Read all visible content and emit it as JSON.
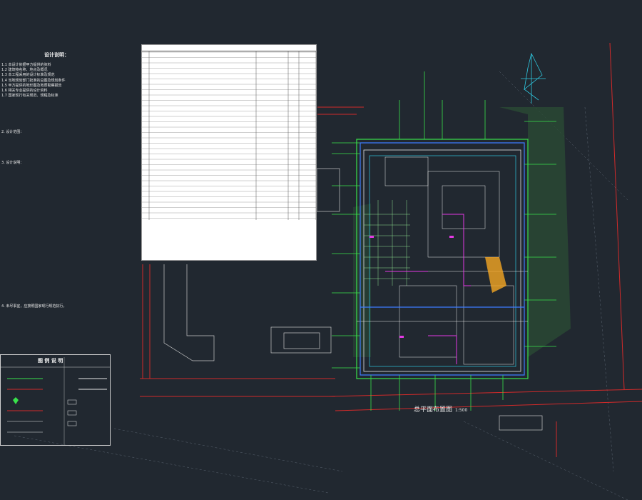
{
  "notes": {
    "title": "设计说明：",
    "lines": [
      "1.1 本设计依据甲方提供的资料",
      "1.2 建筑物名称、地点及概况",
      "1.3 本工程采用的设计标准及规范",
      "1.4 当地规划部门批准的总图及规划条件",
      "1.5 甲方提供的地形图及地质勘察报告",
      "1.6 相关专业提供的设计资料",
      "1.7 国家现行有关规范、规程及标准",
      "",
      "",
      "",
      "",
      "",
      "",
      "2. 设计范围：",
      "",
      "",
      "",
      "",
      "",
      "3. 设计说明：",
      "",
      "",
      "",
      "",
      "",
      "",
      "",
      "",
      "",
      "",
      "",
      "",
      "",
      "",
      "",
      "",
      "",
      "",
      "",
      "",
      "",
      "",
      "",
      "",
      "",
      "",
      "",
      "4. 未尽事宜，应按照国家现行规范执行。",
      "",
      ""
    ]
  },
  "legend": {
    "title": "图 例 说 明"
  },
  "plan": {
    "title": "总平面布置图",
    "scale": "1:500"
  },
  "colors": {
    "background": "#212830",
    "boundary_red": "#d12a2a",
    "pipe_green": "#39e24b",
    "road_cyan": "#2ec8e0",
    "water_blue": "#3d7cff",
    "magenta": "#e339e3",
    "highlight_orange": "#f5a623",
    "linework_white": "#e8e8e8"
  }
}
